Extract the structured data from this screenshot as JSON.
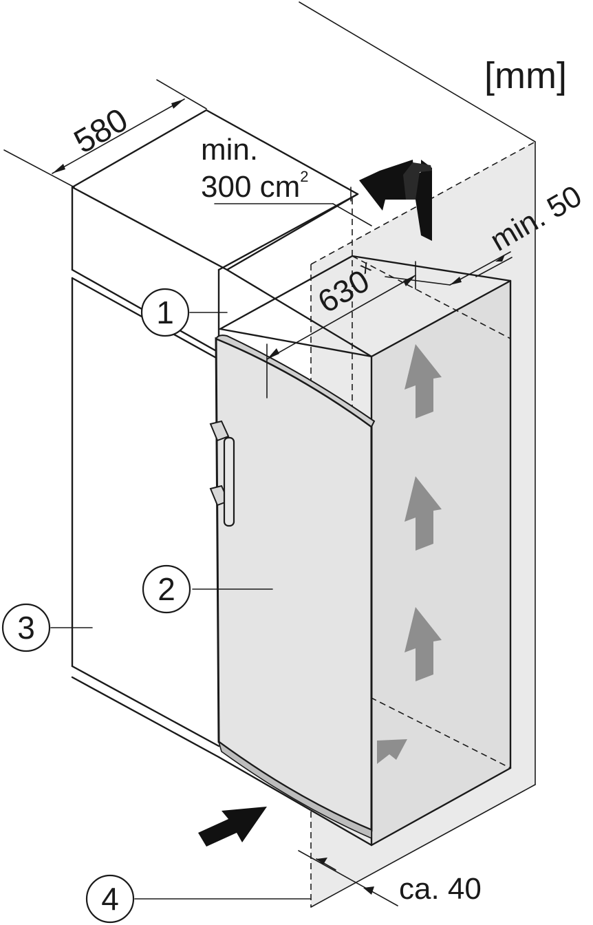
{
  "unit_label": "[mm]",
  "dimensions": {
    "width": "580",
    "depth": "630",
    "depth_suffix": "x",
    "vent_area_line1": "min.",
    "vent_area_line2": "300 cm",
    "vent_area_sup": "2",
    "top_gap": "min. 50",
    "bottom_gap": "ca. 40"
  },
  "callouts": [
    "1",
    "2",
    "3",
    "4"
  ],
  "colors": {
    "line": "#1a1a1a",
    "door": "#e4e4e4",
    "door_shade": "#cfcfcf",
    "vent_zone": "#d6d6d6",
    "flow_arrow": "#8e8e8e",
    "solid_arrow": "#111111"
  },
  "icons": [
    "airflow-up-arrow",
    "air-intake-arrow",
    "air-exhaust-arrow"
  ]
}
